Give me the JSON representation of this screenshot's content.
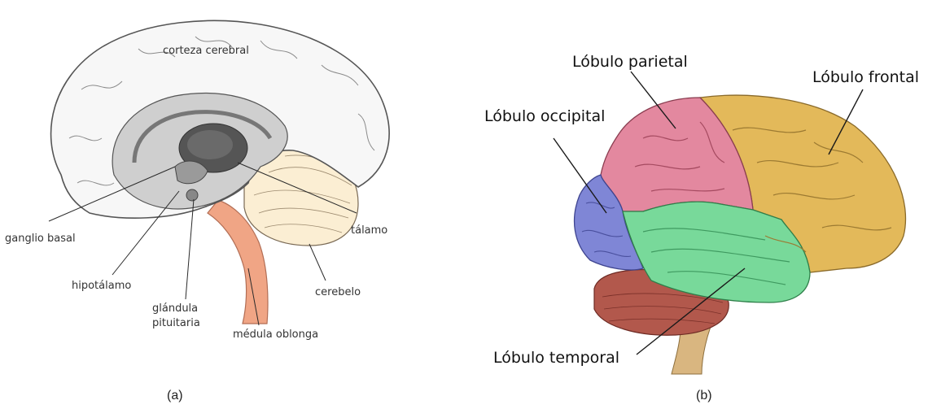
{
  "panel_a": {
    "caption": "(a)",
    "labels": {
      "cortex": "corteza cerebral",
      "basal_ganglion": "ganglio basal",
      "hypothalamus": "hipotálamo",
      "pituitary_line1": "glándula",
      "pituitary_line2": "pituitaria",
      "medulla": "médula oblonga",
      "cerebellum": "cerebelo",
      "thalamus": "tálamo"
    }
  },
  "panel_b": {
    "caption": "(b)",
    "labels": {
      "parietal": "Lóbulo parietal",
      "frontal": "Lóbulo frontal",
      "occipital": "Lóbulo occipital",
      "temporal": "Lóbulo temporal"
    },
    "colors": {
      "frontal": "#e3b95a",
      "parietal": "#e3889f",
      "occipital": "#7f86d6",
      "temporal": "#78d99a",
      "cerebellum": "#b2584c",
      "brainstem": "#d9b680"
    }
  }
}
